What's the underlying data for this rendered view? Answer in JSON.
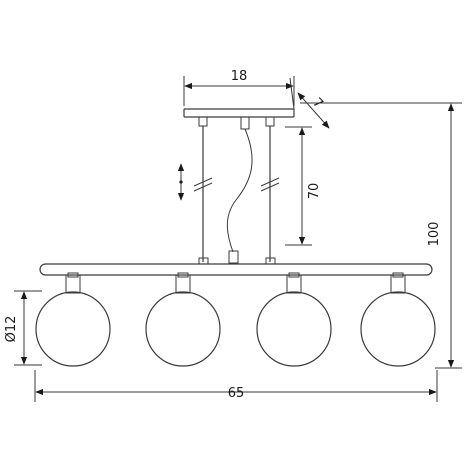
{
  "dimensions": {
    "canopy_width": "18",
    "canopy_depth": "7",
    "suspension_height": "70",
    "total_height": "100",
    "globe_diameter": "Ø12",
    "total_width": "65"
  },
  "colors": {
    "line": "#3a3a3a",
    "text": "#1a1a1a",
    "background": "#ffffff"
  },
  "globe_count": 4
}
